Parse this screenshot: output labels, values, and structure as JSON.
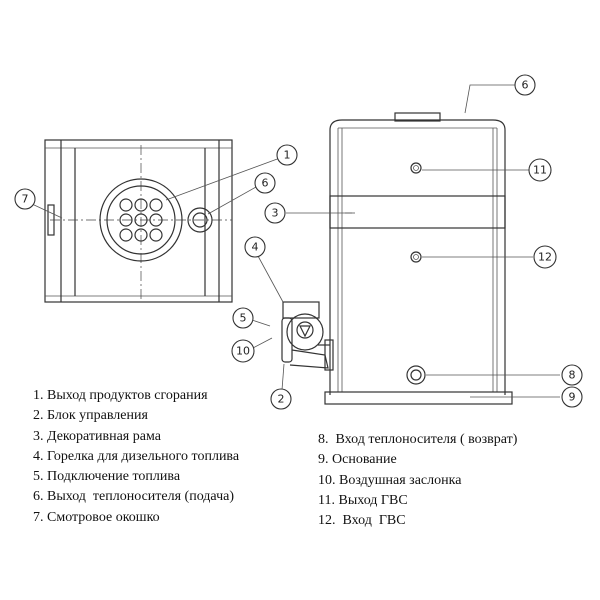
{
  "callouts": [
    "1",
    "2",
    "3",
    "4",
    "5",
    "6",
    "7",
    "8",
    "9",
    "10",
    "11",
    "12"
  ],
  "legend_left": [
    "1. Выход продуктов сгорания",
    "2. Блок управления",
    "3. Декоративная рама",
    "4. Горелка для дизельного топлива",
    "5. Подключение топлива",
    "6. Выход  теплоносителя (подача)",
    "7. Смотровое окошко"
  ],
  "legend_right": [
    "8.  Вход теплоносителя ( возврат)",
    "9. Основание",
    "10. Воздушная заслонка",
    "11. Выход ГВС",
    "12.  Вход  ГВС"
  ]
}
